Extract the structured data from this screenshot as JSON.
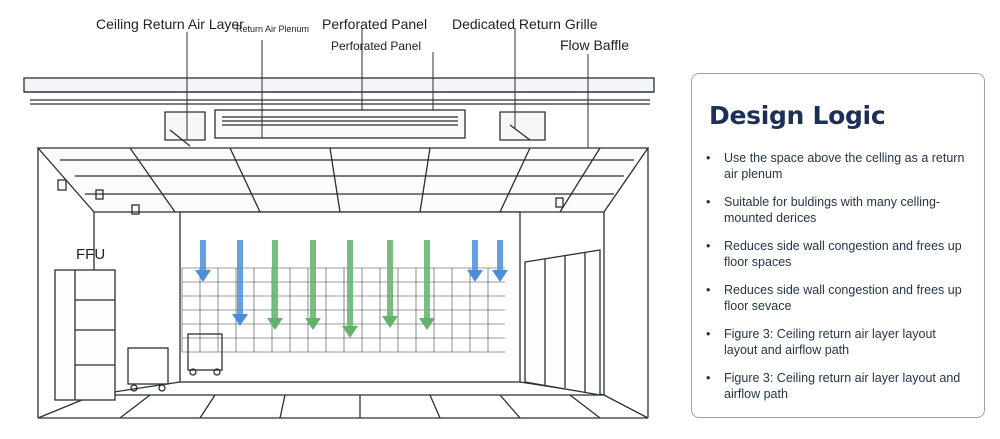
{
  "diagram": {
    "callouts": {
      "ceiling_return_air_layer": "Ceiling Return Air Layer",
      "return_air_plenum": "Return Air Plenum",
      "perforated_panel_top": "Perforated Panel",
      "perforated_panel_sub": "Perforated Panel",
      "dedicated_return_grille": "Dedicated Return Grille",
      "flow_baffle": "Flow Baffle",
      "ffu": "FFU"
    },
    "colors": {
      "line": "#2b2f36",
      "arrow_blue": "#4a90d9",
      "arrow_green": "#62b36a",
      "panel_border": "#9aa3ad",
      "title": "#1b2f57"
    }
  },
  "panel": {
    "title": "Design Logic",
    "items": [
      {
        "text": "Use the space above the celling as a return air plenum"
      },
      {
        "text": "Suitable for buldings with many celling-mounted derices"
      },
      {
        "text": "Reduces side wall congestion and frees up floor spaces"
      },
      {
        "text": "Reduces side wall congestion and frees up floor sevace"
      },
      {
        "text": "Figure 3: Ceiling return air layer layout layout and airflow path"
      },
      {
        "text": "Figure 3: Ceiling return air layer layout and airflow path"
      }
    ]
  }
}
